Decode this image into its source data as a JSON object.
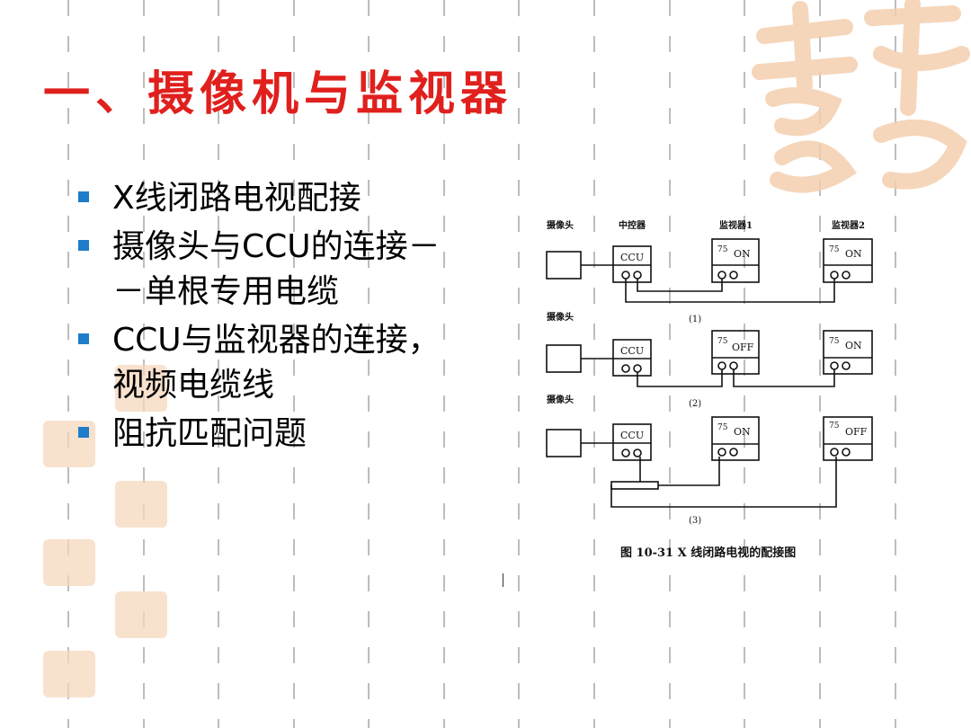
{
  "slide": {
    "title": "一、摄像机与监视器",
    "bullets": [
      "X线闭路电视配接",
      "摄像头与CCU的连接－－单根专用电缆",
      "CCU与监视器的连接，视频电缆线",
      "阻抗匹配问题"
    ],
    "accent_color": "#e0201d",
    "bullet_color": "#1e7cc8"
  },
  "figure": {
    "header": {
      "camera": "摄像头",
      "controller": "中控器",
      "monitor1": "监视器1",
      "monitor2": "监视器2"
    },
    "row_camera_label": "摄像头",
    "ccu_label": "CCU",
    "rows": [
      {
        "index": "(1)",
        "monitor1_ohm": "75",
        "monitor1_state": "ON",
        "monitor2_ohm": "75",
        "monitor2_state": "ON"
      },
      {
        "index": "(2)",
        "monitor1_ohm": "75",
        "monitor1_state": "OFF",
        "monitor2_ohm": "75",
        "monitor2_state": "ON"
      },
      {
        "index": "(3)",
        "monitor1_ohm": "75",
        "monitor1_state": "ON",
        "monitor2_ohm": "75",
        "monitor2_state": "OFF"
      }
    ],
    "caption": "图 10-31  X 线闭路电视的配接图"
  }
}
